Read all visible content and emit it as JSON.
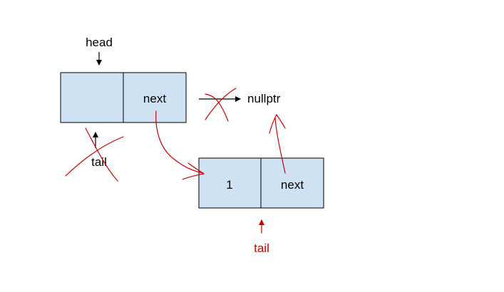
{
  "labels": {
    "head": "head",
    "tail_old": "tail",
    "tail_new": "tail",
    "nullptr": "nullptr"
  },
  "nodes": [
    {
      "value": "",
      "next": "next"
    },
    {
      "value": "1",
      "next": "next"
    }
  ],
  "colors": {
    "node_fill": "#cfe2f3",
    "outline": "#000000",
    "annotation": "#cc0000"
  }
}
